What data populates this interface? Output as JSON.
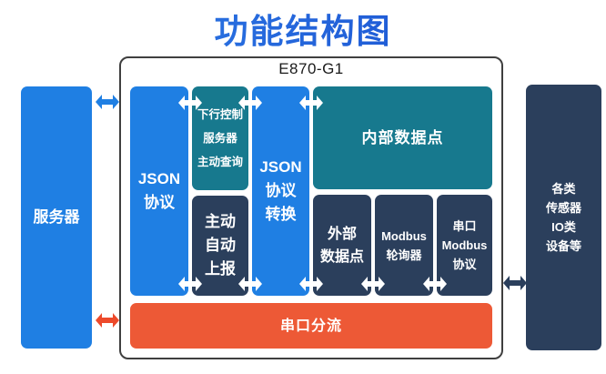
{
  "title": "功能结构图",
  "device": {
    "label": "E870-G1"
  },
  "colors": {
    "blue": "#1f7fe3",
    "teal": "#17798e",
    "navy": "#2b3f5c",
    "orange": "#ed5936",
    "container_border": "#3f3f3f",
    "title_gradient_from": "#2e7ce6",
    "title_gradient_to": "#1a4fd0",
    "white_arrow": "#ffffff"
  },
  "left_box": {
    "label": "服务器"
  },
  "right_box": {
    "lines": [
      "各类",
      "传感器",
      "IO类",
      "设备等"
    ]
  },
  "inner": {
    "json_protocol": {
      "lines": [
        "JSON",
        "协议"
      ]
    },
    "downlink": {
      "lines": [
        "下行控制",
        "服务器",
        "主动查询"
      ]
    },
    "auto_report": {
      "lines": [
        "主动",
        "自动",
        "上报"
      ]
    },
    "json_convert": {
      "lines": [
        "JSON",
        "协议",
        "转换"
      ]
    },
    "internal_points": {
      "label": "内部数据点"
    },
    "external_points": {
      "lines": [
        "外部",
        "数据点"
      ]
    },
    "modbus_poller": {
      "lines": [
        "Modbus",
        "轮询器"
      ]
    },
    "serial_modbus": {
      "lines": [
        "串口",
        "Modbus",
        "协议"
      ]
    },
    "serial_split": {
      "label": "串口分流"
    }
  },
  "arrows": {
    "server_device": "bidirectional-blue",
    "device_peripherals": "bidirectional-navy",
    "server_serial_split": "bidirectional-red",
    "internal_links": "bidirectional-white"
  }
}
